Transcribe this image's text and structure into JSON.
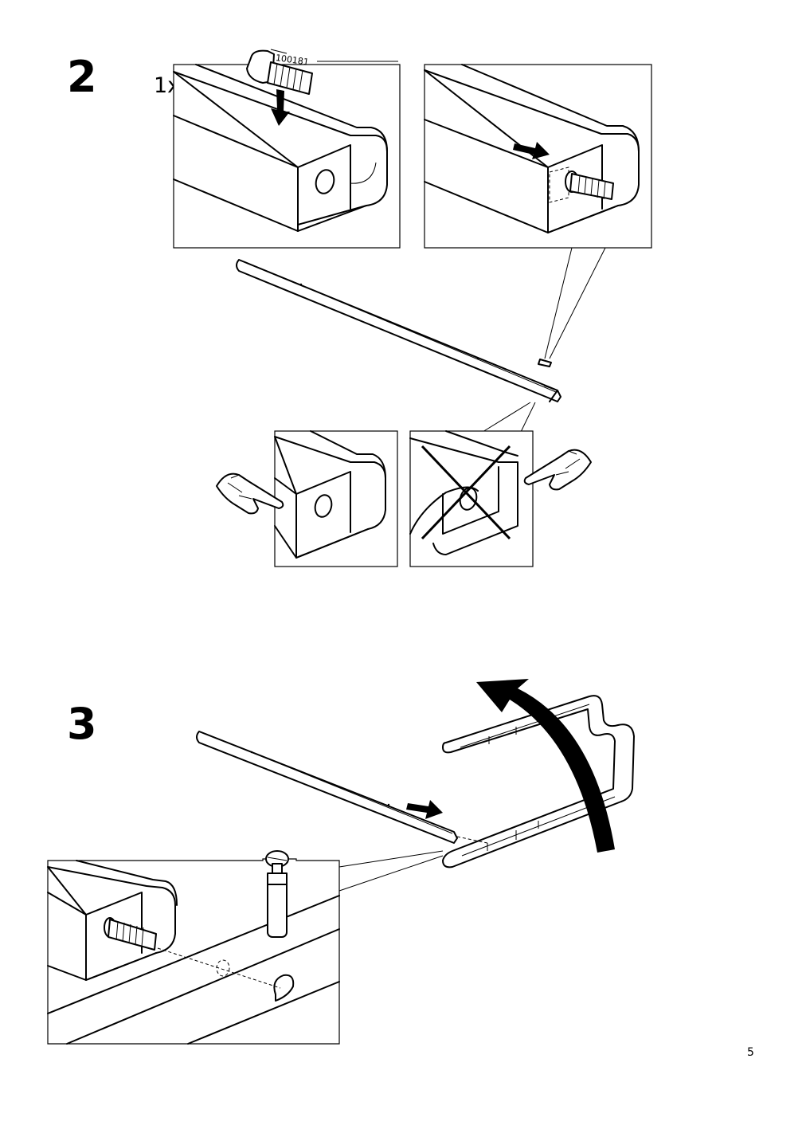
{
  "steps": {
    "step2": {
      "number": "2",
      "quantity": "1x",
      "part_number": "100181"
    },
    "step3": {
      "number": "3"
    }
  },
  "page": {
    "number": "5"
  }
}
